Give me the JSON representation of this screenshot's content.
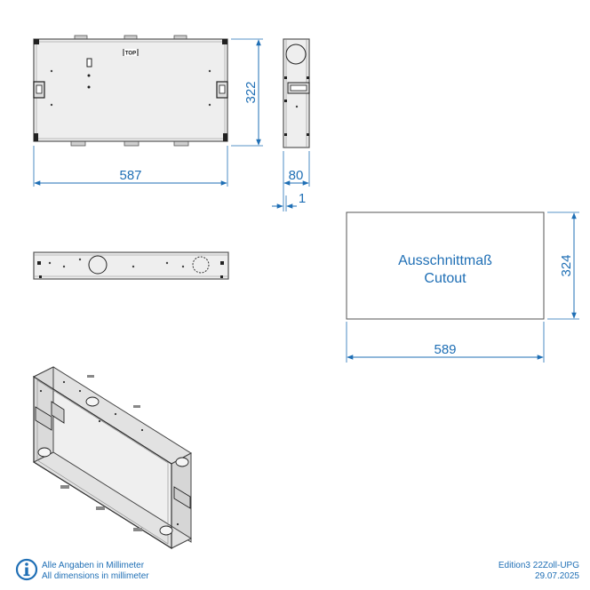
{
  "dimensions": {
    "front_width": "587",
    "front_height": "322",
    "side_depth": "80",
    "flange": "1",
    "cutout_width": "589",
    "cutout_height": "324"
  },
  "front_view": {
    "top_marker": "TOP"
  },
  "cutout": {
    "title_de": "Ausschnittmaß",
    "title_en": "Cutout"
  },
  "footer": {
    "note_de": "Alle Angaben in Millimeter",
    "note_en": "All dimensions in millimeter",
    "product": "Edition3 22Zoll-UPG",
    "date": "29.07.2025"
  },
  "colors": {
    "dimension": "#1f6fb5",
    "panel": "#eeeeee",
    "outline": "#555555"
  }
}
